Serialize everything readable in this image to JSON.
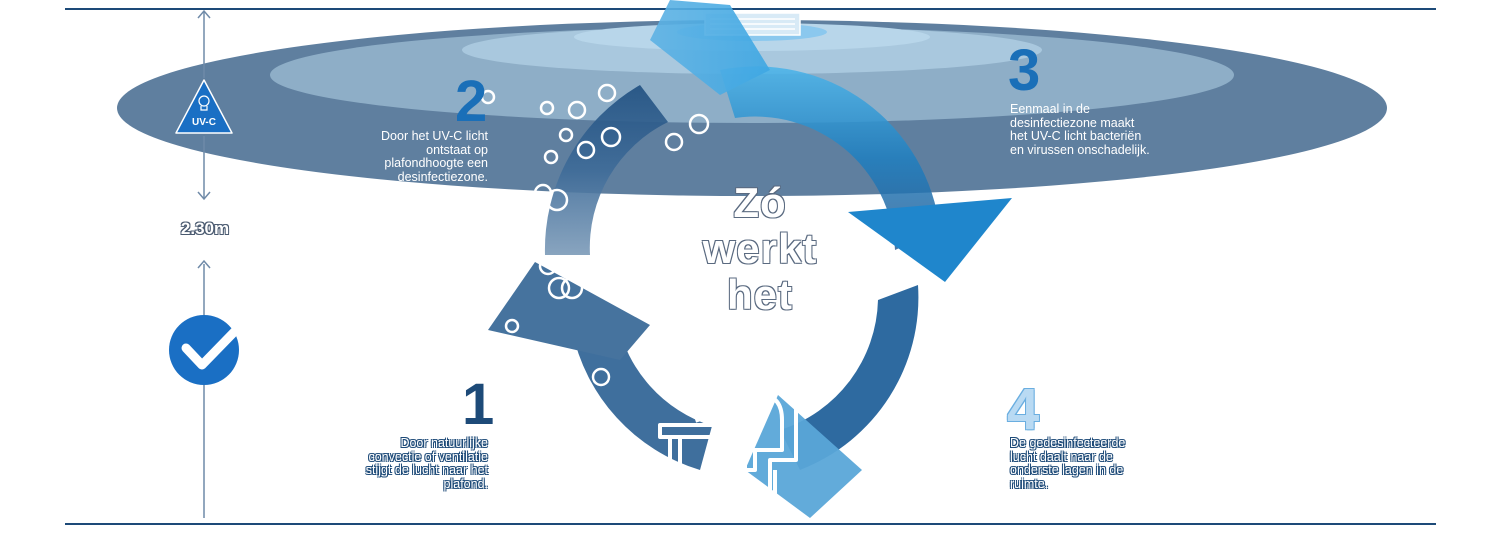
{
  "colors": {
    "frame_line": "#1d4a78",
    "ellipse_outer": "#5f7f9f",
    "ellipse_mid": "#8fb0c8",
    "ellipse_inner": "#a9c8dd",
    "arrow_dark": "#2d5a88",
    "arrow_light": "#3aa0dc",
    "number_dark": "#1d4a78",
    "number_blue": "#1a6fb8",
    "number_light": "#9ec8ec",
    "check_badge": "#1a6fc4"
  },
  "measure": {
    "height_label": "2.30m",
    "uvc_label": "UV-C"
  },
  "center": {
    "line1": "Zó",
    "line2": "werkt",
    "line3": "het"
  },
  "steps": [
    {
      "number": "1",
      "text": "Door natuurlijke convectie of ventilatie stijgt de lucht naar het plafond."
    },
    {
      "number": "2",
      "text": "Door het UV-C licht ontstaat op plafondhoogte een desinfectiezone."
    },
    {
      "number": "3",
      "text": "Eenmaal in de desinfectiezone maakt het UV-C licht bacteriën en virussen onschadelijk."
    },
    {
      "number": "4",
      "text": "De gedesinfecteerde lucht daalt naar de onderste lagen in de ruimte."
    }
  ],
  "icons": {
    "lamp": "ceiling-uvc-lamp-icon",
    "warning": "uvc-warning-triangle-icon",
    "check": "checkmark-badge-icon",
    "person": "person-at-desk-icon"
  }
}
